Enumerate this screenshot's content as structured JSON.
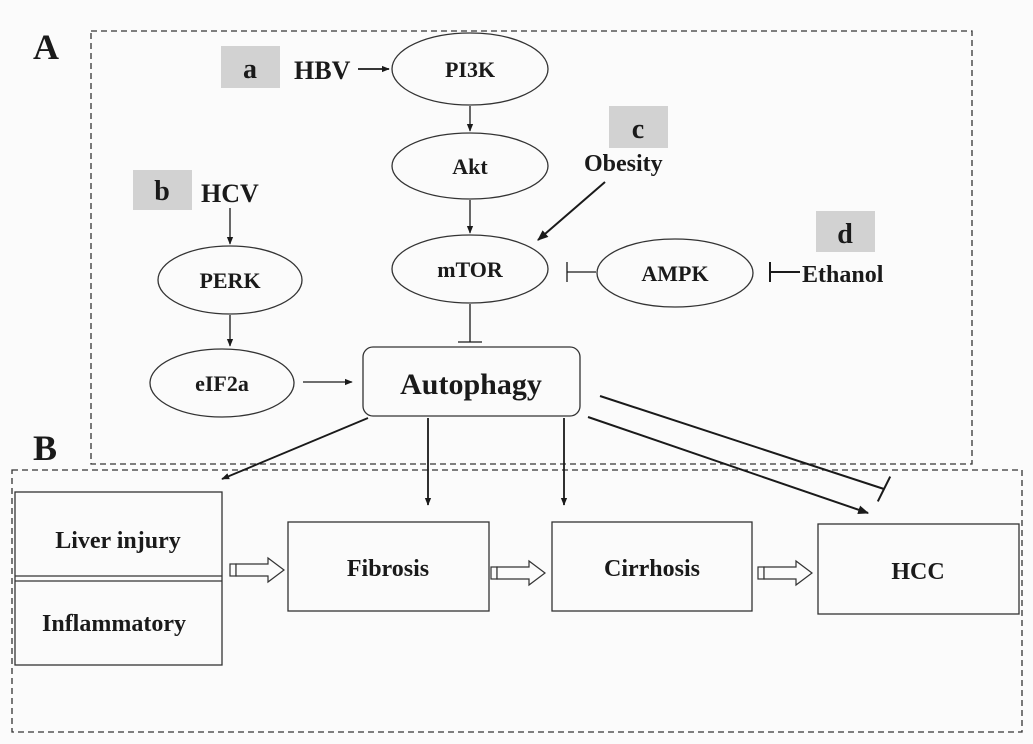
{
  "panels": {
    "a_label": "A",
    "b_label": "B"
  },
  "tags": {
    "a": "a",
    "b": "b",
    "c": "c",
    "d": "d"
  },
  "nodes": {
    "hbv": "HBV",
    "pi3k": "PI3K",
    "akt": "Akt",
    "mtor": "mTOR",
    "obesity": "Obesity",
    "ampk": "AMPK",
    "ethanol": "Ethanol",
    "hcv": "HCV",
    "perk": "PERK",
    "eif2a": "eIF2a",
    "autophagy": "Autophagy"
  },
  "stages": {
    "liver_injury": "Liver injury",
    "inflammatory": "Inflammatory",
    "fibrosis": "Fibrosis",
    "cirrhosis": "Cirrhosis",
    "hcc": "HCC"
  },
  "colors": {
    "ink": "#1a1a1a",
    "tag_fill": "#d2d2d2",
    "background": "#fbfbfb"
  }
}
